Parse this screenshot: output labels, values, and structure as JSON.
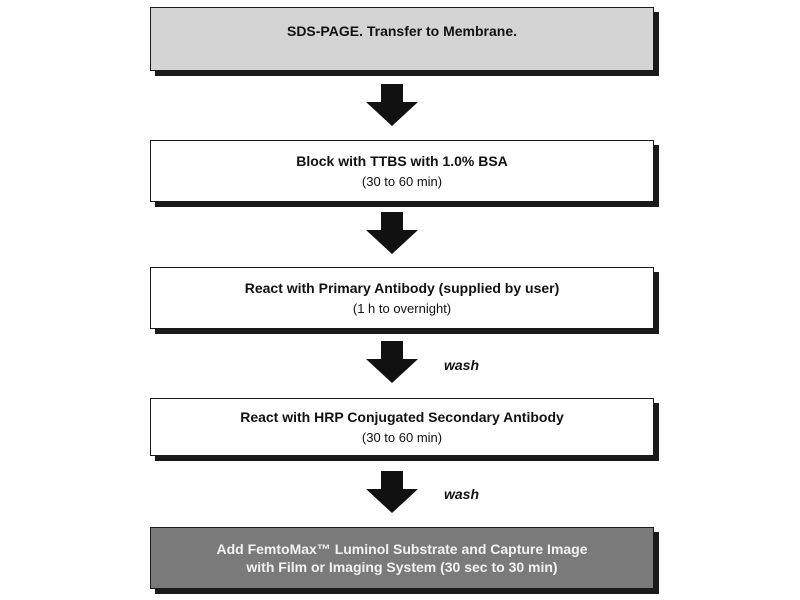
{
  "steps": [
    {
      "title": "SDS-PAGE.  Transfer to Membrane.",
      "sub": ""
    },
    {
      "title": "Block with TTBS with 1.0% BSA",
      "sub": "(30 to 60 min)"
    },
    {
      "title": "React with Primary Antibody (supplied by user)",
      "sub": "(1 h to overnight)"
    },
    {
      "title": "React with HRP Conjugated Secondary Antibody",
      "sub": "(30 to 60 min)"
    },
    {
      "title": "Add FemtoMax™ Luminol Substrate and Capture Image",
      "sub": "with Film or Imaging System (30 sec to 30 min)"
    }
  ],
  "connectors": [
    {
      "label": ""
    },
    {
      "label": ""
    },
    {
      "label": "wash"
    },
    {
      "label": "wash"
    }
  ],
  "colors": {
    "first_step_fill": "#d4d4d4",
    "last_step_fill": "#7a7a7a",
    "border": "#1a1a1a",
    "arrow": "#111111"
  },
  "icons": {
    "connector": "down-arrow-icon"
  }
}
